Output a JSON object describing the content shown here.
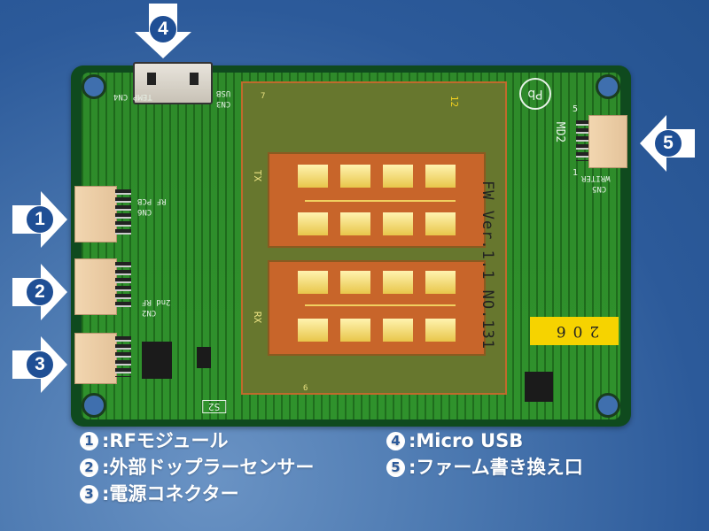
{
  "background_color": "#2c5a9a",
  "board": {
    "silkscreen": {
      "cn4": "CN4",
      "temp": "TEMP",
      "usb": "USB",
      "cn3": "CN3",
      "rf_pcb": "RF PCB",
      "cn6": "CN6",
      "cn2": "CN2",
      "second_rf": "2nd RF",
      "md2": "MD2",
      "cn5": "CN5",
      "writer": "WRITER",
      "tx": "TX",
      "rx": "RX",
      "pin7": "7",
      "pin12": "12",
      "pin6": "6",
      "s2": "S2",
      "pin5": "5",
      "pin1": "1",
      "pb_free": "Pb"
    },
    "firmware_text": "FW Ver.1.1 NO.131",
    "serial_label": "206",
    "label_color": "#f6d300"
  },
  "callouts": [
    {
      "number": "1",
      "direction": "right"
    },
    {
      "number": "2",
      "direction": "right"
    },
    {
      "number": "3",
      "direction": "right"
    },
    {
      "number": "4",
      "direction": "down"
    },
    {
      "number": "5",
      "direction": "left"
    }
  ],
  "legend": {
    "left": [
      {
        "marker": "1",
        "separator": ":",
        "text": "RFモジュール"
      },
      {
        "marker": "2",
        "separator": ":",
        "text": "外部ドップラーセンサー"
      },
      {
        "marker": "3",
        "separator": ":",
        "text": "電源コネクター"
      }
    ],
    "right": [
      {
        "marker": "4",
        "separator": ":",
        "text": "Micro USB"
      },
      {
        "marker": "5",
        "separator": ":",
        "text": "ファーム書き換え口"
      }
    ]
  }
}
